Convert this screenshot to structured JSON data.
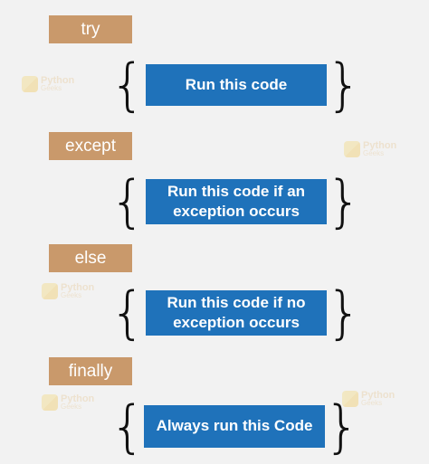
{
  "blocks": [
    {
      "keyword": "try",
      "body": "Run this code"
    },
    {
      "keyword": "except",
      "body": "Run this code if an\nexception occurs"
    },
    {
      "keyword": "else",
      "body": "Run this code if no\nexception occurs"
    },
    {
      "keyword": "finally",
      "body": "Always run this Code"
    }
  ],
  "braces": {
    "open": "{",
    "close": "}"
  },
  "watermark": {
    "name": "Python",
    "sub": "Geeks"
  },
  "colors": {
    "background": "#f2f2f2",
    "keyword_fill": "#c9996b",
    "code_fill": "#1f72ba",
    "brace": "#111111",
    "watermark": "#e4c48e"
  }
}
